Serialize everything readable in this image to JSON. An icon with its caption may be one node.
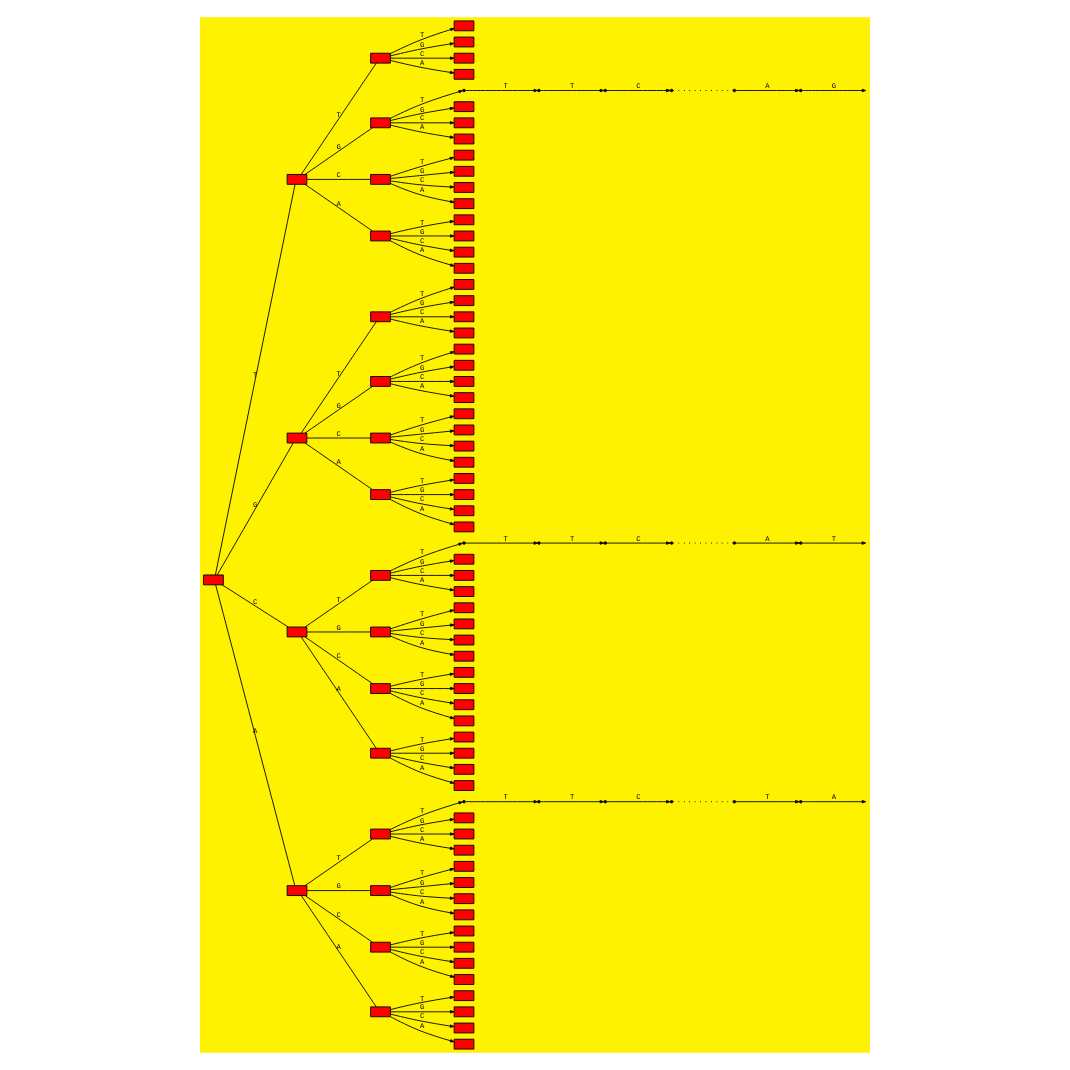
{
  "diagram": {
    "nodes": [
      {
        "text": [],
        "shape": "box"
      },
      {
        "text": [],
        "shape": "box"
      },
      {
        "text": [],
        "shape": "box"
      },
      {
        "text": [],
        "shape": "box"
      },
      {
        "text": [],
        "shape": "box"
      },
      {
        "text": [],
        "shape": "box"
      },
      {
        "text": [],
        "shape": "box"
      },
      {
        "text": [],
        "shape": "box"
      },
      {
        "text": [],
        "shape": "box"
      },
      {
        "text": [],
        "shape": "box"
      },
      {
        "text": [],
        "shape": "box"
      },
      {
        "text": [],
        "shape": "box"
      },
      {
        "text": [],
        "shape": "box"
      },
      {
        "text": [],
        "shape": "box"
      },
      {
        "text": [],
        "shape": "box"
      },
      {
        "text": [],
        "shape": "box"
      },
      {
        "text": [],
        "shape": "box"
      },
      {
        "text": [],
        "shape": "box"
      },
      {
        "text": [],
        "shape": "box"
      },
      {
        "text": [],
        "shape": "box"
      },
      {
        "text": [],
        "shape": "box"
      },
      {
        "text": [],
        "shape": "box"
      },
      {
        "text": [],
        "shape": "box"
      },
      {
        "text": [],
        "shape": "box"
      },
      {
        "text": [],
        "shape": "box"
      },
      {
        "text": [],
        "shape": "point"
      },
      {
        "text": [],
        "shape": "box"
      },
      {
        "text": [],
        "shape": "box"
      },
      {
        "text": [],
        "shape": "box"
      },
      {
        "text": [],
        "shape": "box"
      },
      {
        "text": [],
        "shape": "box"
      },
      {
        "text": [],
        "shape": "box"
      },
      {
        "text": [],
        "shape": "box"
      },
      {
        "text": [],
        "shape": "box"
      },
      {
        "text": [],
        "shape": "box"
      },
      {
        "text": [],
        "shape": "box"
      },
      {
        "text": [],
        "shape": "box"
      },
      {
        "text": [],
        "shape": "box"
      },
      {
        "text": [],
        "shape": "box"
      },
      {
        "text": [],
        "shape": "box"
      },
      {
        "text": [],
        "shape": "box"
      },
      {
        "text": [],
        "shape": "box"
      },
      {
        "text": [],
        "shape": "box"
      },
      {
        "text": [],
        "shape": "box"
      },
      {
        "text": [],
        "shape": "box"
      },
      {
        "text": [],
        "shape": "box"
      },
      {
        "text": [],
        "shape": "box"
      },
      {
        "text": [],
        "shape": "box"
      },
      {
        "text": [],
        "shape": "box"
      },
      {
        "text": [],
        "shape": "box"
      },
      {
        "text": [],
        "shape": "box"
      },
      {
        "text": [],
        "shape": "box"
      },
      {
        "text": [],
        "shape": "box"
      },
      {
        "text": [],
        "shape": "point"
      },
      {
        "text": [],
        "shape": "box"
      },
      {
        "text": [],
        "shape": "box"
      },
      {
        "text": [],
        "shape": "box"
      },
      {
        "text": [],
        "shape": "box"
      },
      {
        "text": [],
        "shape": "box"
      },
      {
        "text": [],
        "shape": "box"
      },
      {
        "text": [],
        "shape": "box"
      },
      {
        "text": [],
        "shape": "box"
      },
      {
        "text": [],
        "shape": "box"
      },
      {
        "text": [],
        "shape": "box"
      },
      {
        "text": [],
        "shape": "box"
      },
      {
        "text": [],
        "shape": "box"
      },
      {
        "text": [],
        "shape": "box"
      },
      {
        "text": [],
        "shape": "box"
      },
      {
        "text": [],
        "shape": "box"
      },
      {
        "text": [],
        "shape": "point"
      },
      {
        "text": [],
        "shape": "box"
      },
      {
        "text": [],
        "shape": "box"
      },
      {
        "text": [],
        "shape": "box"
      },
      {
        "text": [],
        "shape": "box"
      },
      {
        "text": [],
        "shape": "box"
      },
      {
        "text": [],
        "shape": "box"
      },
      {
        "text": [],
        "shape": "box"
      },
      {
        "text": [],
        "shape": "box"
      },
      {
        "text": [],
        "shape": "box"
      },
      {
        "text": [],
        "shape": "box"
      },
      {
        "text": [],
        "shape": "box"
      },
      {
        "text": [],
        "shape": "box"
      },
      {
        "text": [],
        "shape": "box"
      },
      {
        "text": [],
        "shape": "box"
      },
      {
        "text": [],
        "shape": "box"
      },
      {
        "text": [],
        "shape": "point"
      },
      {
        "text": [],
        "shape": "point"
      },
      {
        "text": [],
        "shape": "point"
      },
      {
        "text": [],
        "shape": "point"
      },
      {
        "text": [],
        "shape": "point"
      },
      {
        "text": [],
        "shape": "point"
      },
      {
        "text": [],
        "shape": "point"
      },
      {
        "text": [],
        "shape": "point"
      },
      {
        "text": [],
        "shape": "point"
      },
      {
        "text": [],
        "shape": "point"
      },
      {
        "text": [],
        "shape": "point"
      },
      {
        "text": [],
        "shape": "point"
      },
      {
        "text": [],
        "shape": "point"
      },
      {
        "text": [],
        "shape": "point"
      },
      {
        "text": [],
        "shape": "point"
      }
    ],
    "edges": [
      {
        "from": 0,
        "to": 1,
        "arrow": "none",
        "label": "T"
      },
      {
        "from": 0,
        "to": 2,
        "arrow": "none",
        "label": "G"
      },
      {
        "from": 0,
        "to": 3,
        "arrow": "none",
        "label": "C"
      },
      {
        "from": 0,
        "to": 4,
        "arrow": "none",
        "label": "A"
      },
      {
        "from": 1,
        "to": 5,
        "arrow": "none",
        "label": "T"
      },
      {
        "from": 1,
        "to": 6,
        "arrow": "none",
        "label": "G"
      },
      {
        "from": 1,
        "to": 7,
        "arrow": "none",
        "label": "C"
      },
      {
        "from": 1,
        "to": 8,
        "arrow": "none",
        "label": "A"
      },
      {
        "from": 2,
        "to": 9,
        "arrow": "none",
        "label": "T"
      },
      {
        "from": 2,
        "to": 10,
        "arrow": "none",
        "label": "G"
      },
      {
        "from": 2,
        "to": 11,
        "arrow": "none",
        "label": "C"
      },
      {
        "from": 2,
        "to": 12,
        "arrow": "none",
        "label": "A"
      },
      {
        "from": 3,
        "to": 13,
        "arrow": "none",
        "label": "T"
      },
      {
        "from": 3,
        "to": 14,
        "arrow": "none",
        "label": "G"
      },
      {
        "from": 3,
        "to": 15,
        "arrow": "none",
        "label": "C"
      },
      {
        "from": 3,
        "to": 16,
        "arrow": "none",
        "label": "A"
      },
      {
        "from": 4,
        "to": 17,
        "arrow": "none",
        "label": "T"
      },
      {
        "from": 4,
        "to": 18,
        "arrow": "none",
        "label": "G"
      },
      {
        "from": 4,
        "to": 19,
        "arrow": "none",
        "label": "C"
      },
      {
        "from": 4,
        "to": 20,
        "arrow": "none",
        "label": "A"
      },
      {
        "from": 5,
        "to": 21,
        "arrow": "to",
        "label": "T"
      },
      {
        "from": 5,
        "to": 22,
        "arrow": "to",
        "label": "G"
      },
      {
        "from": 5,
        "to": 23,
        "arrow": "to",
        "label": "C"
      },
      {
        "from": 5,
        "to": 24,
        "arrow": "to",
        "label": "A"
      },
      {
        "from": 6,
        "to": 25,
        "arrow": "to",
        "label": "T"
      },
      {
        "from": 6,
        "to": 26,
        "arrow": "to",
        "label": "G"
      },
      {
        "from": 6,
        "to": 27,
        "arrow": "to",
        "label": "C"
      },
      {
        "from": 6,
        "to": 28,
        "arrow": "to",
        "label": "A"
      },
      {
        "from": 7,
        "to": 29,
        "arrow": "to",
        "label": "T"
      },
      {
        "from": 7,
        "to": 30,
        "arrow": "to",
        "label": "G"
      },
      {
        "from": 7,
        "to": 31,
        "arrow": "to",
        "label": "C"
      },
      {
        "from": 7,
        "to": 32,
        "arrow": "to",
        "label": "A"
      },
      {
        "from": 8,
        "to": 33,
        "arrow": "to",
        "label": "T"
      },
      {
        "from": 8,
        "to": 34,
        "arrow": "to",
        "label": "G"
      },
      {
        "from": 8,
        "to": 35,
        "arrow": "to",
        "label": "C"
      },
      {
        "from": 8,
        "to": 36,
        "arrow": "to",
        "label": "A"
      },
      {
        "from": 9,
        "to": 37,
        "arrow": "to",
        "label": "T"
      },
      {
        "from": 9,
        "to": 38,
        "arrow": "to",
        "label": "G"
      },
      {
        "from": 9,
        "to": 39,
        "arrow": "to",
        "label": "C"
      },
      {
        "from": 9,
        "to": 40,
        "arrow": "to",
        "label": "A"
      },
      {
        "from": 10,
        "to": 41,
        "arrow": "to",
        "label": "T"
      },
      {
        "from": 10,
        "to": 42,
        "arrow": "to",
        "label": "G"
      },
      {
        "from": 10,
        "to": 43,
        "arrow": "to",
        "label": "C"
      },
      {
        "from": 10,
        "to": 44,
        "arrow": "to",
        "label": "A"
      },
      {
        "from": 11,
        "to": 45,
        "arrow": "to",
        "label": "T"
      },
      {
        "from": 11,
        "to": 46,
        "arrow": "to",
        "label": "G"
      },
      {
        "from": 11,
        "to": 47,
        "arrow": "to",
        "label": "C"
      },
      {
        "from": 11,
        "to": 48,
        "arrow": "to",
        "label": "A"
      },
      {
        "from": 12,
        "to": 49,
        "arrow": "to",
        "label": "T"
      },
      {
        "from": 12,
        "to": 50,
        "arrow": "to",
        "label": "G"
      },
      {
        "from": 12,
        "to": 51,
        "arrow": "to",
        "label": "C"
      },
      {
        "from": 12,
        "to": 52,
        "arrow": "to",
        "label": "A"
      },
      {
        "from": 13,
        "to": 53,
        "arrow": "to",
        "label": "T"
      },
      {
        "from": 13,
        "to": 54,
        "arrow": "to",
        "label": "G"
      },
      {
        "from": 13,
        "to": 55,
        "arrow": "to",
        "label": "C"
      },
      {
        "from": 13,
        "to": 56,
        "arrow": "to",
        "label": "A"
      },
      {
        "from": 14,
        "to": 57,
        "arrow": "to",
        "label": "T"
      },
      {
        "from": 14,
        "to": 58,
        "arrow": "to",
        "label": "G"
      },
      {
        "from": 14,
        "to": 59,
        "arrow": "to",
        "label": "C"
      },
      {
        "from": 14,
        "to": 60,
        "arrow": "to",
        "label": "A"
      },
      {
        "from": 15,
        "to": 61,
        "arrow": "to",
        "label": "T"
      },
      {
        "from": 15,
        "to": 62,
        "arrow": "to",
        "label": "G"
      },
      {
        "from": 15,
        "to": 63,
        "arrow": "to",
        "label": "C"
      },
      {
        "from": 15,
        "to": 64,
        "arrow": "to",
        "label": "A"
      },
      {
        "from": 16,
        "to": 65,
        "arrow": "to",
        "label": "T"
      },
      {
        "from": 16,
        "to": 66,
        "arrow": "to",
        "label": "G"
      },
      {
        "from": 16,
        "to": 67,
        "arrow": "to",
        "label": "C"
      },
      {
        "from": 16,
        "to": 68,
        "arrow": "to",
        "label": "A"
      },
      {
        "from": 17,
        "to": 69,
        "arrow": "to",
        "label": "T"
      },
      {
        "from": 17,
        "to": 70,
        "arrow": "to",
        "label": "G"
      },
      {
        "from": 17,
        "to": 71,
        "arrow": "to",
        "label": "C"
      },
      {
        "from": 17,
        "to": 72,
        "arrow": "to",
        "label": "A"
      },
      {
        "from": 18,
        "to": 73,
        "arrow": "to",
        "label": "T"
      },
      {
        "from": 18,
        "to": 74,
        "arrow": "to",
        "label": "G"
      },
      {
        "from": 18,
        "to": 75,
        "arrow": "to",
        "label": "C"
      },
      {
        "from": 18,
        "to": 76,
        "arrow": "to",
        "label": "A"
      },
      {
        "from": 19,
        "to": 77,
        "arrow": "to",
        "label": "T"
      },
      {
        "from": 19,
        "to": 78,
        "arrow": "to",
        "label": "G"
      },
      {
        "from": 19,
        "to": 79,
        "arrow": "to",
        "label": "C"
      },
      {
        "from": 19,
        "to": 80,
        "arrow": "to",
        "label": "A"
      },
      {
        "from": 20,
        "to": 81,
        "arrow": "to",
        "label": "T"
      },
      {
        "from": 20,
        "to": 82,
        "arrow": "to",
        "label": "G"
      },
      {
        "from": 20,
        "to": 83,
        "arrow": "to",
        "label": "C"
      },
      {
        "from": 20,
        "to": 84,
        "arrow": "to",
        "label": "A"
      },
      {
        "from": 25,
        "to": 85,
        "arrow": "to",
        "label": "T"
      },
      {
        "from": 85,
        "to": 86,
        "arrow": "to",
        "label": "T"
      },
      {
        "from": 86,
        "to": 87,
        "arrow": "to",
        "label": "C"
      },
      {
        "from": 87,
        "to": 88,
        "arrow": "none",
        "style": "dashed"
      },
      {
        "from": 88,
        "to": 89,
        "arrow": "to",
        "label": "A"
      },
      {
        "from": 89,
        "to": null,
        "arrow": "to",
        "label": "G"
      },
      {
        "from": 53,
        "to": 90,
        "arrow": "to",
        "label": "T"
      },
      {
        "from": 90,
        "to": 91,
        "arrow": "to",
        "label": "T"
      },
      {
        "from": 91,
        "to": 92,
        "arrow": "to",
        "label": "C"
      },
      {
        "from": 92,
        "to": 93,
        "arrow": "none",
        "style": "dashed"
      },
      {
        "from": 93,
        "to": 94,
        "arrow": "to",
        "label": "A"
      },
      {
        "from": 94,
        "to": null,
        "arrow": "to",
        "label": "T"
      },
      {
        "from": 69,
        "to": 95,
        "arrow": "to",
        "label": "T"
      },
      {
        "from": 95,
        "to": 96,
        "arrow": "to",
        "label": "T"
      },
      {
        "from": 96,
        "to": 97,
        "arrow": "to",
        "label": "C"
      },
      {
        "from": 97,
        "to": 98,
        "arrow": "none",
        "style": "dashed"
      },
      {
        "from": 98,
        "to": 99,
        "arrow": "to",
        "label": "T"
      },
      {
        "from": 99,
        "to": null,
        "arrow": "to",
        "label": "A"
      }
    ]
  }
}
